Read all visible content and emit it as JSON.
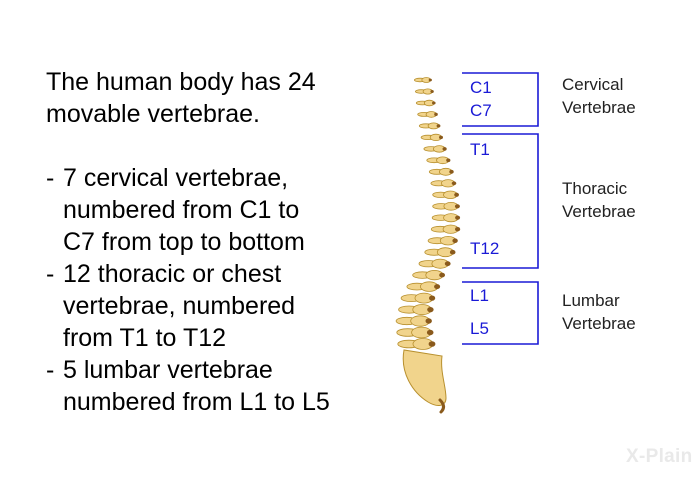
{
  "intro": {
    "line1": "The human body has 24",
    "line2": "movable vertebrae."
  },
  "points": [
    {
      "dash": "-",
      "lines": [
        "7 cervical vertebrae,",
        "numbered from C1 to",
        "C7 from top to bottom"
      ]
    },
    {
      "dash": "-",
      "lines": [
        "12 thoracic or chest",
        "vertebrae, numbered",
        "from T1 to T12"
      ]
    },
    {
      "dash": "-",
      "lines": [
        "5 lumbar vertebrae",
        "numbered from L1 to L5"
      ]
    }
  ],
  "diagram": {
    "vertebra_labels": {
      "c1": "C1",
      "c7": "C7",
      "t1": "T1",
      "t12": "T12",
      "l1": "L1",
      "l5": "L5"
    },
    "groups": {
      "cervical": {
        "line1": "Cervical",
        "line2": "Vertebrae"
      },
      "thoracic": {
        "line1": "Thoracic",
        "line2": "Vertebrae"
      },
      "lumbar": {
        "line1": "Lumbar",
        "line2": "Vertebrae"
      }
    },
    "colors": {
      "bone": "#f1d48c",
      "bone_edge": "#b8902e",
      "disc": "#8a5a1c",
      "bracket": "#1a1ad6"
    }
  },
  "logo": {
    "text": "X-Plain"
  }
}
